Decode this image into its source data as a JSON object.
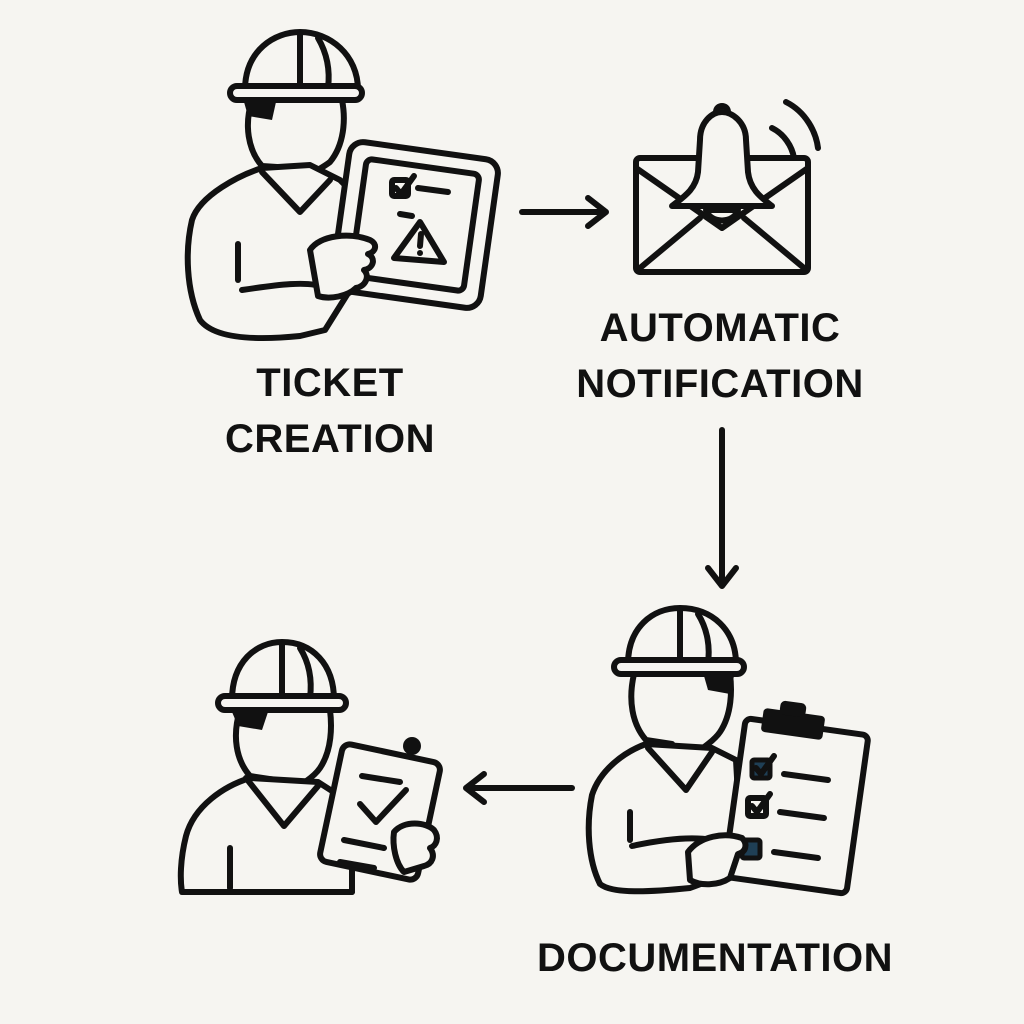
{
  "steps": {
    "ticket_creation": {
      "label_line1": "TICKET",
      "label_line2": "CREATION"
    },
    "automatic_notification": {
      "label_line1": "AUTOMATIC",
      "label_line2": "NOTIFICATION"
    },
    "documentation": {
      "label_line1": "DOCUMENTATION"
    }
  },
  "icons": {
    "worker_tablet": "worker-with-tablet-icon",
    "envelope_bell": "envelope-bell-icon",
    "worker_clipboard": "worker-with-clipboard-icon",
    "worker_checklist": "worker-with-checklist-icon"
  },
  "colors": {
    "background": "#f6f5f1",
    "ink": "#111111",
    "checkbox_fill": "#1f3f55"
  }
}
